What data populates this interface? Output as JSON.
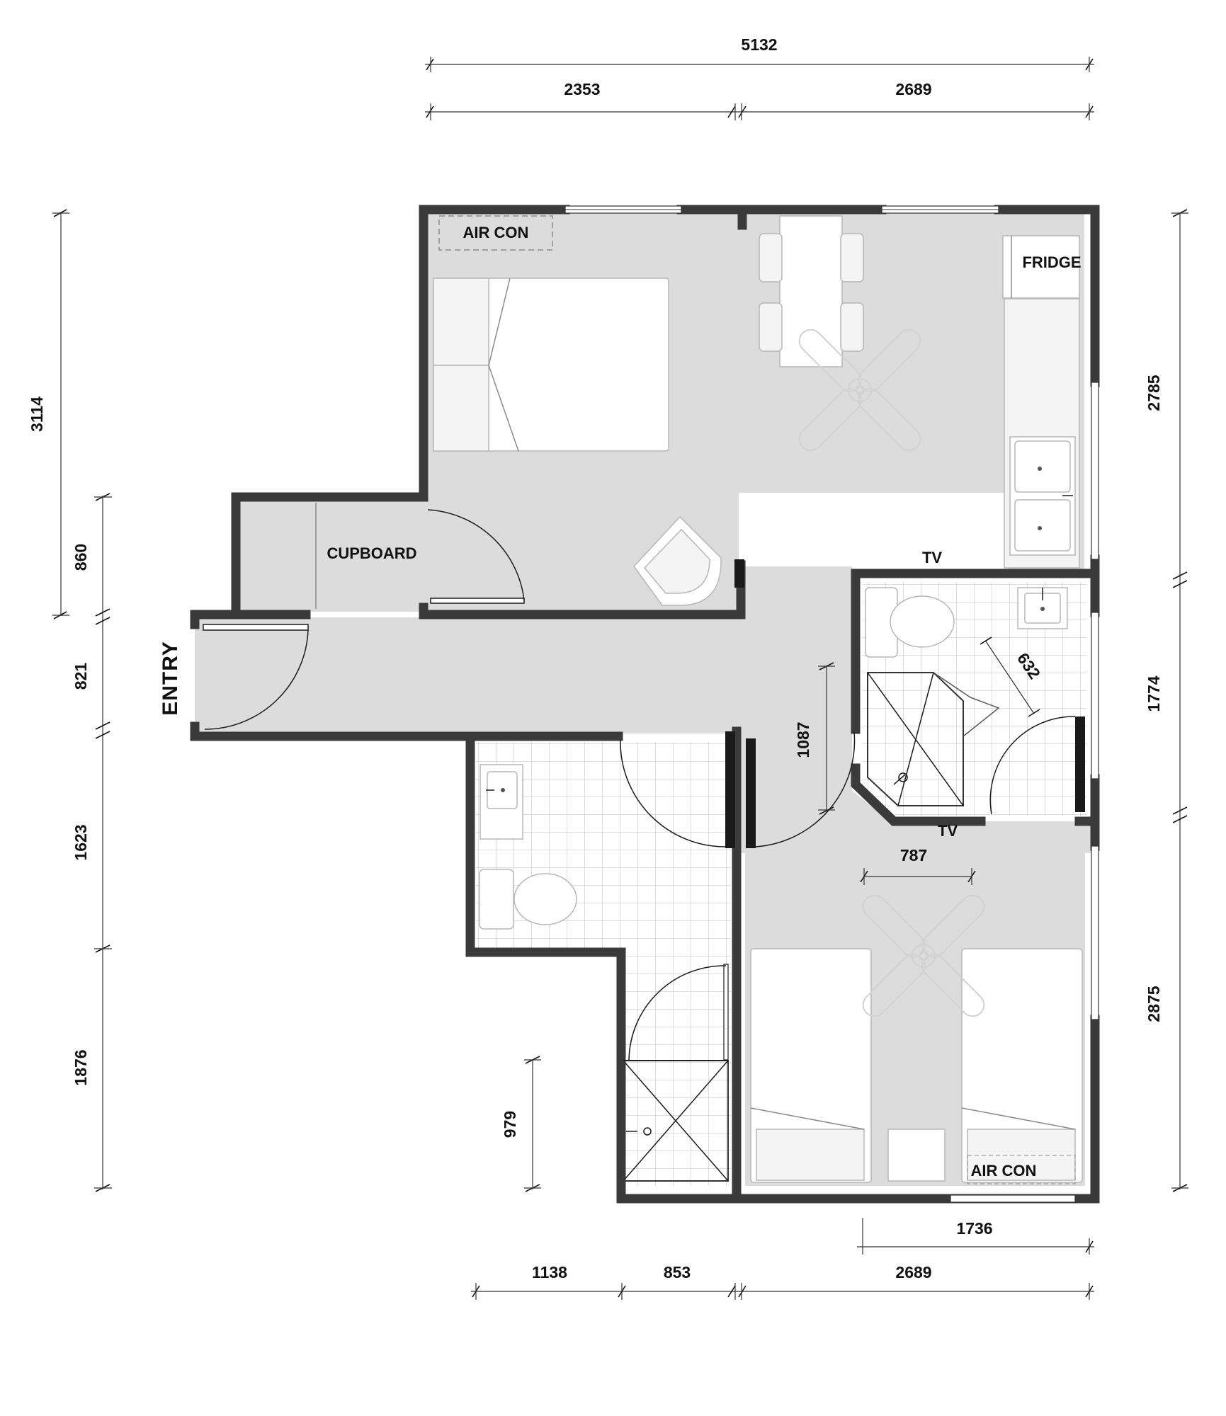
{
  "plan": {
    "dimensions": {
      "top_overall": "5132",
      "top_left": "2353",
      "top_right": "2689",
      "left_upper": "3114",
      "left_860": "860",
      "left_821": "821",
      "left_1623": "1623",
      "left_1876": "1876",
      "shower_979": "979",
      "right_upper": "2785",
      "right_middle": "1774",
      "right_lower": "2875",
      "bottom_1738": "1736",
      "bottom_1138": "1138",
      "bottom_853": "853",
      "bottom_right": "2689",
      "hall_1087": "1087",
      "bath_632": "632",
      "bed_787": "787"
    },
    "labels": {
      "aircon_top": "AIR CON",
      "fridge": "FRIDGE",
      "cupboard": "CUPBOARD",
      "tv_upper": "TV",
      "tv_lower": "TV",
      "aircon_bottom": "AIR CON",
      "entry": "ENTRY"
    },
    "colors": {
      "floor": "#dcdcdc",
      "wall": "#3a3a3a",
      "tile": "#ffffff",
      "tile_grid": "#c8c8c8"
    }
  }
}
